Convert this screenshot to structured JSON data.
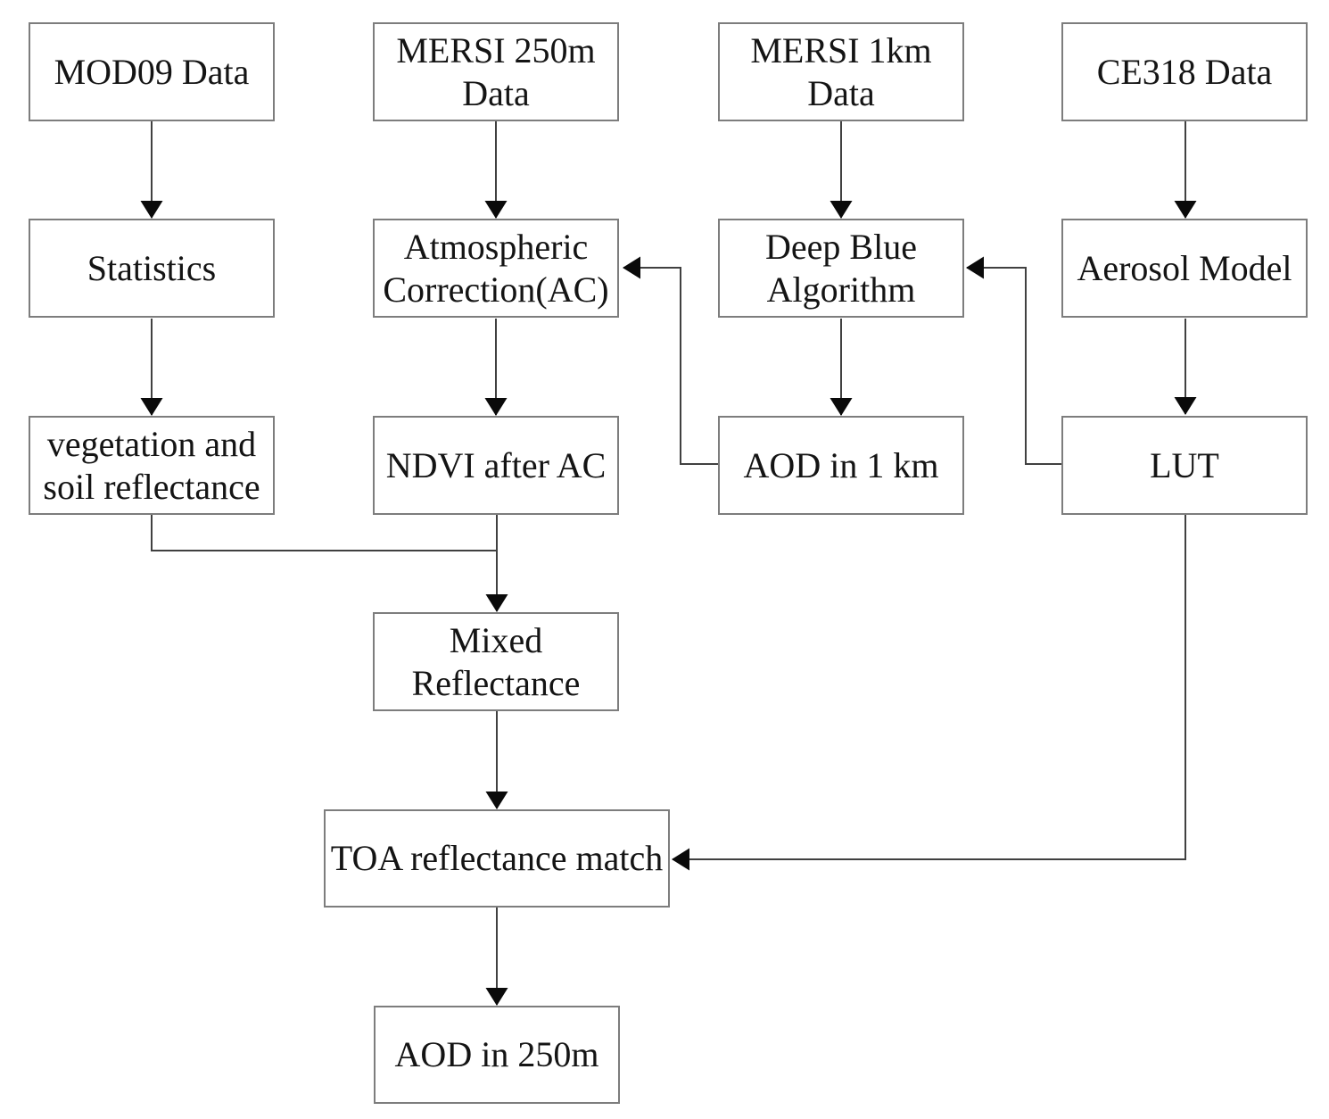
{
  "diagram": {
    "description": "AOD retrieval flowchart",
    "nodes": {
      "mod09": {
        "lines": [
          "MOD09 Data"
        ]
      },
      "mersi250": {
        "lines": [
          "MERSI 250m",
          "Data"
        ]
      },
      "mersi1km": {
        "lines": [
          "MERSI 1km",
          "Data"
        ]
      },
      "ce318": {
        "lines": [
          "CE318 Data"
        ]
      },
      "statistics": {
        "lines": [
          "Statistics"
        ]
      },
      "atmospheric_correction": {
        "lines": [
          "Atmospheric",
          "Correction(AC)"
        ]
      },
      "deep_blue": {
        "lines": [
          "Deep Blue",
          "Algorithm"
        ]
      },
      "aerosol_model": {
        "lines": [
          "Aerosol Model"
        ]
      },
      "veg_soil": {
        "lines": [
          "vegetation and",
          "soil reflectance"
        ]
      },
      "ndvi": {
        "lines": [
          "NDVI after AC"
        ]
      },
      "aod_1km": {
        "lines": [
          "AOD in 1 km"
        ]
      },
      "lut": {
        "lines": [
          "LUT"
        ]
      },
      "mixed": {
        "lines": [
          "Mixed",
          "Reflectance"
        ]
      },
      "toa_match": {
        "lines": [
          "TOA reflectance match"
        ]
      },
      "aod_250m": {
        "lines": [
          "AOD in 250m"
        ]
      }
    },
    "connections": [
      {
        "from": "mod09",
        "to": "statistics"
      },
      {
        "from": "mersi250",
        "to": "atmospheric_correction"
      },
      {
        "from": "mersi1km",
        "to": "deep_blue"
      },
      {
        "from": "ce318",
        "to": "aerosol_model"
      },
      {
        "from": "statistics",
        "to": "veg_soil"
      },
      {
        "from": "atmospheric_correction",
        "to": "ndvi"
      },
      {
        "from": "deep_blue",
        "to": "aod_1km"
      },
      {
        "from": "aerosol_model",
        "to": "lut"
      },
      {
        "from": "aod_1km",
        "to": "atmospheric_correction"
      },
      {
        "from": "lut",
        "to": "deep_blue"
      },
      {
        "from": "veg_soil",
        "to": "mixed"
      },
      {
        "from": "ndvi",
        "to": "mixed"
      },
      {
        "from": "mixed",
        "to": "toa_match"
      },
      {
        "from": "lut",
        "to": "toa_match"
      },
      {
        "from": "toa_match",
        "to": "aod_250m"
      }
    ],
    "colors": {
      "background": "#ffffff",
      "box_border": "#7d7d7d",
      "line": "#404040",
      "arrowhead": "#0a0a0a",
      "text": "#141414"
    }
  }
}
